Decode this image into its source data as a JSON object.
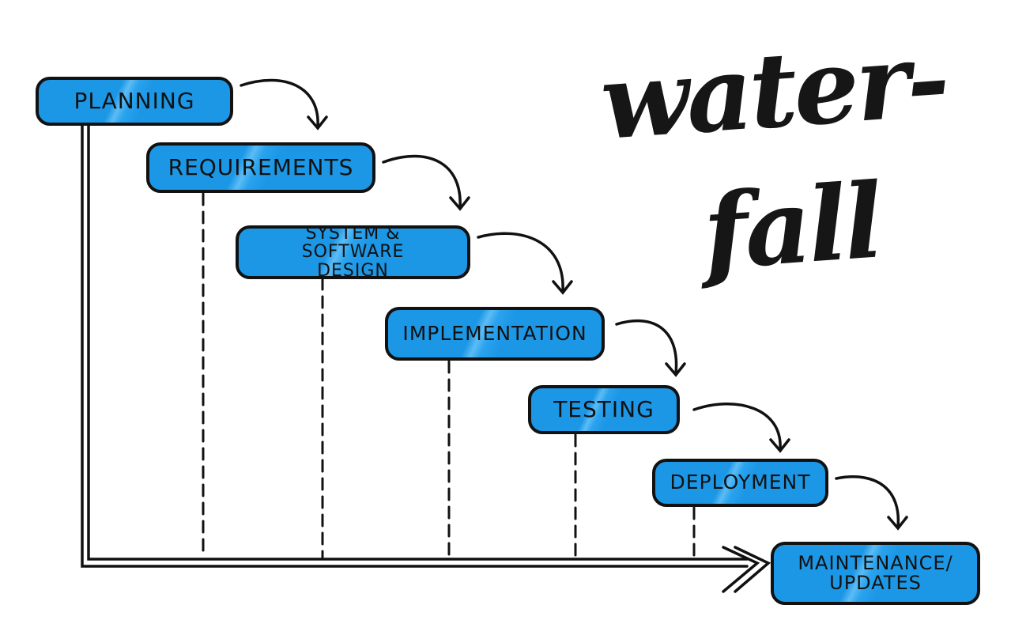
{
  "title": {
    "line1": "water-",
    "line2": "fall"
  },
  "phases": [
    {
      "label": "PLANNING"
    },
    {
      "label": "REQUIREMENTS"
    },
    {
      "label": "SYSTEM & SOFTWARE DESIGN"
    },
    {
      "label": "IMPLEMENTATION"
    },
    {
      "label": "TESTING"
    },
    {
      "label": "DEPLOYMENT"
    },
    {
      "label": "MAINTENANCE/ UPDATES"
    }
  ],
  "colors": {
    "box": "#1c97e6",
    "ink": "#111111"
  }
}
